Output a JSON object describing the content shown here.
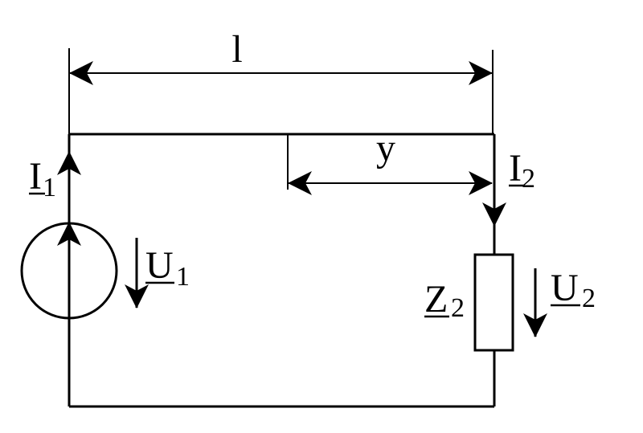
{
  "diagram": {
    "length_label": "l",
    "distance_label": "y",
    "source_current": {
      "symbol": "I",
      "subscript": "1"
    },
    "source_voltage": {
      "symbol": "U",
      "subscript": "1"
    },
    "load_current": {
      "symbol": "I",
      "subscript": "2"
    },
    "load_impedance": {
      "symbol": "Z",
      "subscript": "2"
    },
    "load_voltage": {
      "symbol": "U",
      "subscript": "2"
    }
  },
  "colors": {
    "stroke": "#000000",
    "background": "#ffffff"
  }
}
